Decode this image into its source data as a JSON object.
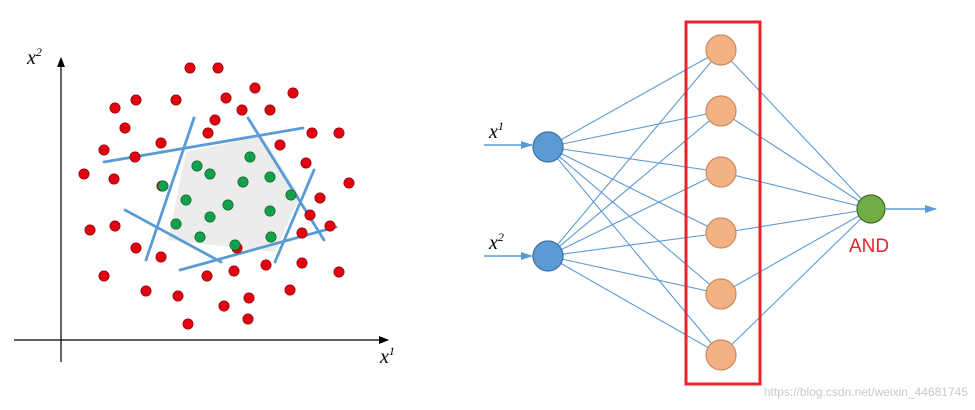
{
  "scatter": {
    "x_axis_label": "x",
    "x_axis_superscript": "1",
    "y_axis_label": "x",
    "y_axis_superscript": "2",
    "colors": {
      "outer_point": "#e3000f",
      "inner_point": "#13a04a",
      "boundary": "#5b9bd5",
      "region": "#ececec"
    }
  },
  "network": {
    "input_labels": [
      {
        "var": "x",
        "sup": "1"
      },
      {
        "var": "x",
        "sup": "2"
      }
    ],
    "hidden_node_count": 6,
    "output_label": "AND",
    "colors": {
      "input_node": "#5b9bd5",
      "hidden_node": "#f4b183",
      "output_node": "#70ad47",
      "edge": "#5b9bd5",
      "highlight_box": "#e8232a",
      "output_label": "#e8232a"
    }
  },
  "watermark": "https://blog.csdn.net/weixin_44681745"
}
